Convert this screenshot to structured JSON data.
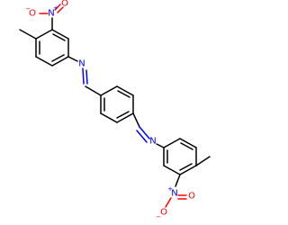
{
  "molecule": {
    "colors": {
      "bond": "#000000",
      "nitrogen": "#0000ff",
      "oxygen": "#ff0000",
      "background": "#ffffff"
    },
    "labels": {
      "imine_n_top": "N",
      "imine_n_bottom": "N",
      "nitro_n_top": "N",
      "nitro_n_bottom": "N",
      "nitro_o_double_top": "O",
      "nitro_o_minus_top": "O",
      "nitro_o_double_bottom": "O",
      "nitro_o_minus_bottom": "O",
      "plus_charge": "+",
      "minus_charge": "−"
    }
  }
}
